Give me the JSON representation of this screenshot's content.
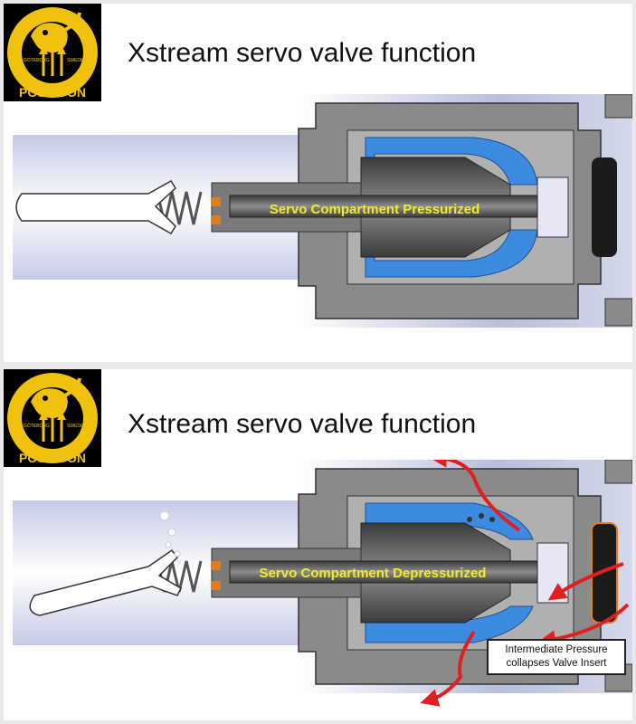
{
  "logo": {
    "brand": "POSEIDON",
    "left_text": "GÖTEBORG",
    "right_text": "SWEDEN"
  },
  "slides": [
    {
      "title": "Xstream servo valve function",
      "label": "Servo Compartment Pressurized"
    },
    {
      "title": "Xstream servo valve function",
      "label": "Servo Compartment Depressurized",
      "callout_line1": "Intermediate Pressure",
      "callout_line2": "collapses Valve Insert"
    }
  ],
  "colors": {
    "logo_gold": "#f0c20e",
    "body_grey": "#8a8a8a",
    "diaphragm_blue": "#3d8be0",
    "flow_arrow": "#e02020",
    "label_yellow": "#f2ec24"
  }
}
